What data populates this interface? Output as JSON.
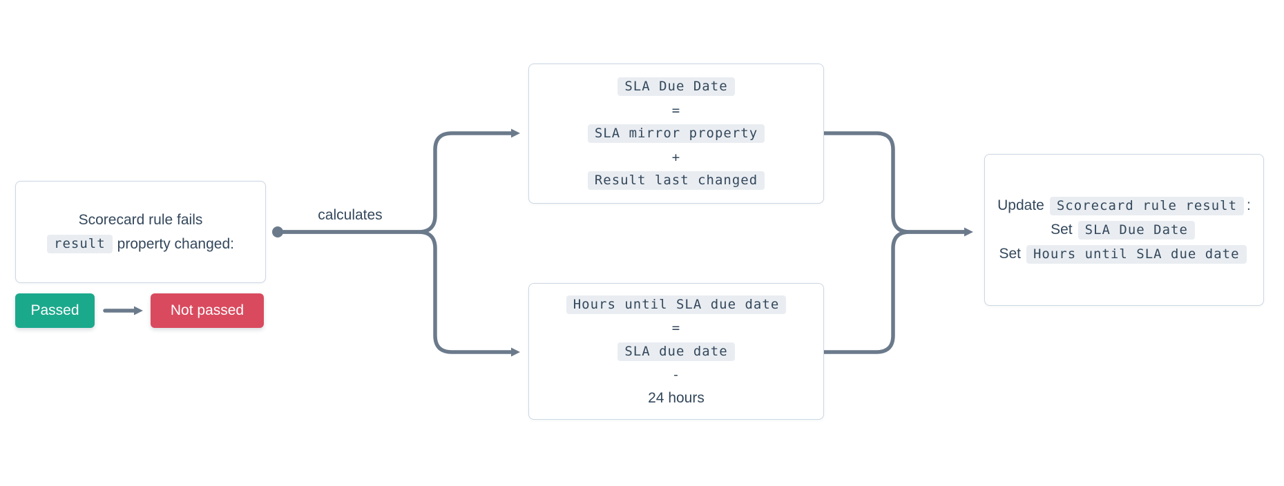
{
  "colors": {
    "text": "#33475b",
    "connector": "#6b7a8b",
    "box_border": "#cbd6e2",
    "box_bg": "#ffffff",
    "chip_bg": "#e9edf1",
    "passed_bg": "#1ba98c",
    "not_passed_bg": "#d94a5e",
    "badge_text": "#ffffff"
  },
  "trigger_box": {
    "line1": "Scorecard rule fails",
    "property_chip": "result",
    "line2_rest": "property changed:"
  },
  "badges": {
    "passed": "Passed",
    "not_passed": "Not passed"
  },
  "edge_label": "calculates",
  "calc_top": {
    "chip1": "SLA Due Date",
    "op1": "=",
    "chip2": "SLA mirror property",
    "op2": "+",
    "chip3": "Result last changed"
  },
  "calc_bottom": {
    "chip1": "Hours until SLA due date",
    "op1": "=",
    "chip2": "SLA due date",
    "op2": "-",
    "plain": "24 hours"
  },
  "output_box": {
    "line1_prefix": "Update",
    "line1_chip": "Scorecard rule result",
    "line1_suffix": ":",
    "line2_prefix": "Set",
    "line2_chip": "SLA Due Date",
    "line3_prefix": "Set",
    "line3_chip": "Hours until SLA due date"
  }
}
